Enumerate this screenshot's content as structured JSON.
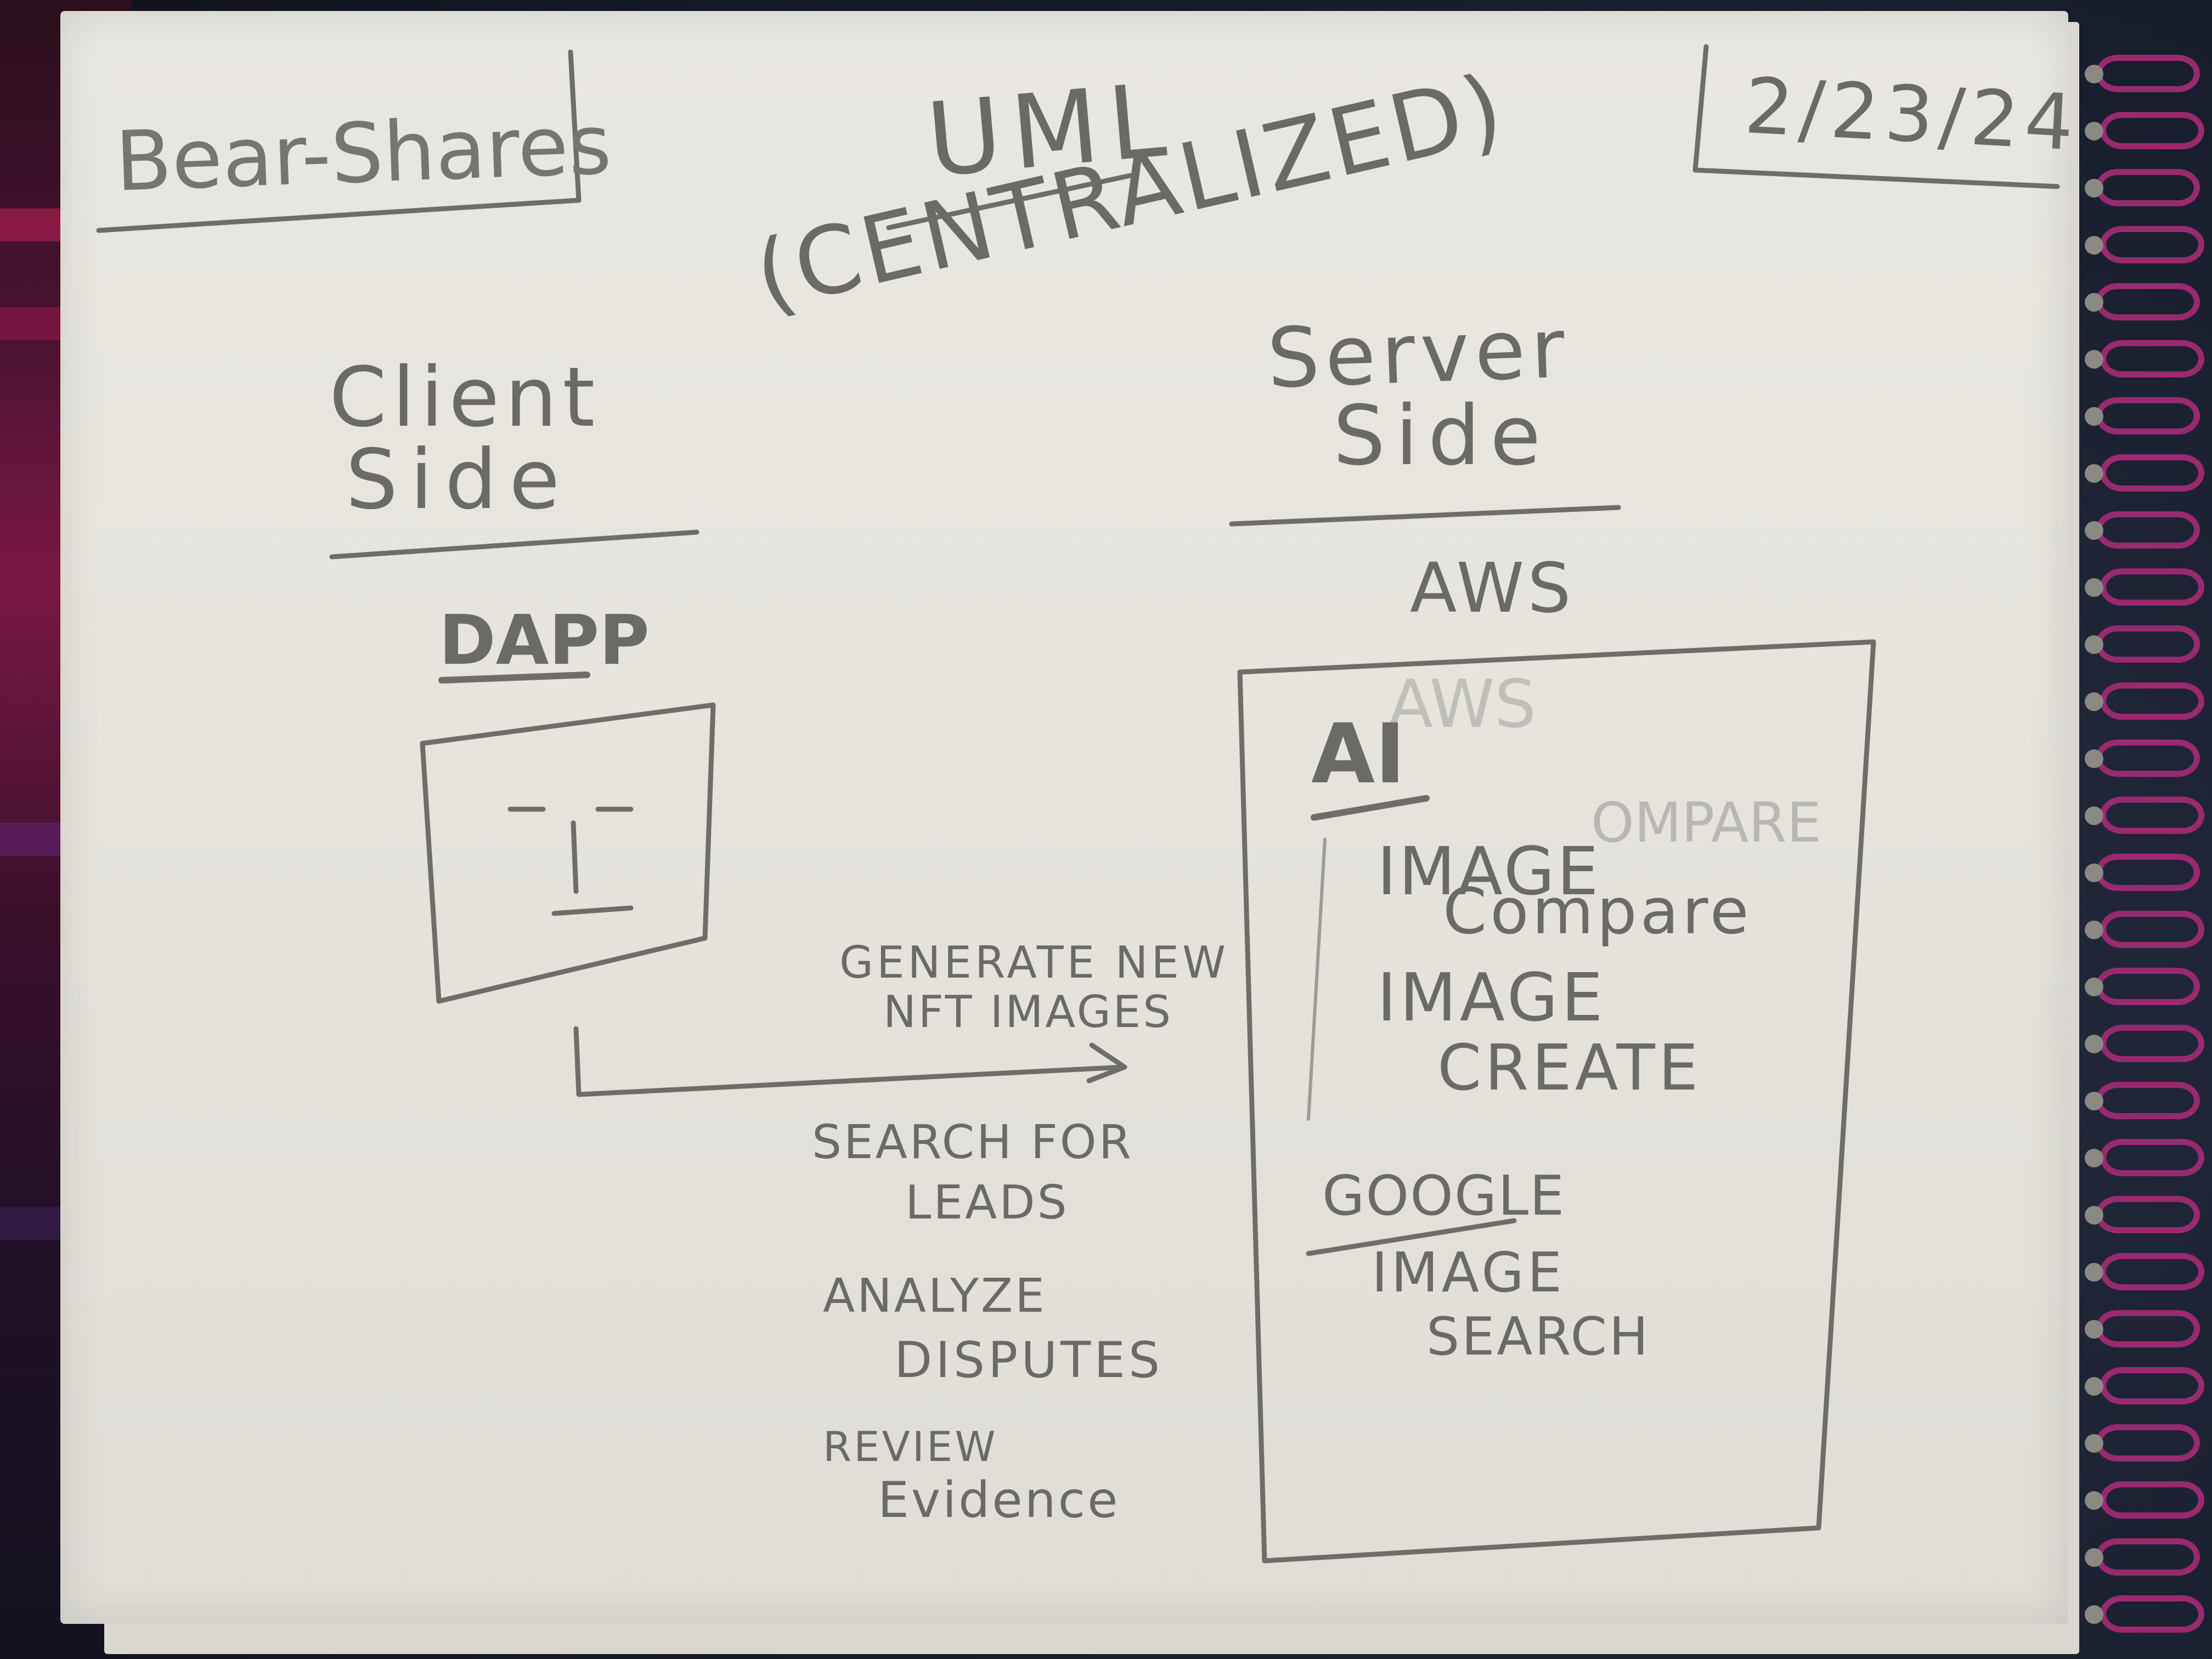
{
  "sketch": {
    "project_label": "Bear-Shares",
    "title": "UML",
    "subtitle": "(CENTRALIZED)",
    "date": "2/23/24",
    "client": {
      "heading_line1": "Client",
      "heading_line2": "Side",
      "component_label": "DAPP"
    },
    "server": {
      "heading_line1": "Server",
      "heading_line2": "Side",
      "platform_label": "AWS",
      "box_faint_label": "AWS",
      "ai_label": "AI",
      "ai_items": [
        {
          "line1": "IMAGE",
          "line2": "Compare"
        },
        {
          "line1": "IMAGE",
          "line2": "CREATE"
        }
      ],
      "faint_overlap_text": "OMPARE",
      "google_label": "GOOGLE",
      "google_items": [
        {
          "line1": "IMAGE",
          "line2": "SEARCH"
        }
      ]
    },
    "arrow_label_line1": "GENERATE NEW",
    "arrow_label_line2": "NFT IMAGES",
    "actions": [
      {
        "line1": "SEARCH FOR",
        "line2": "LEADS"
      },
      {
        "line1": "ANALYZE",
        "line2": "DISPUTES"
      },
      {
        "line1": "REVIEW",
        "line2": "Evidence"
      }
    ]
  },
  "colors": {
    "pencil": "#6a6a66",
    "paper": "#e7e5de",
    "spiral": "#9a2a70"
  }
}
